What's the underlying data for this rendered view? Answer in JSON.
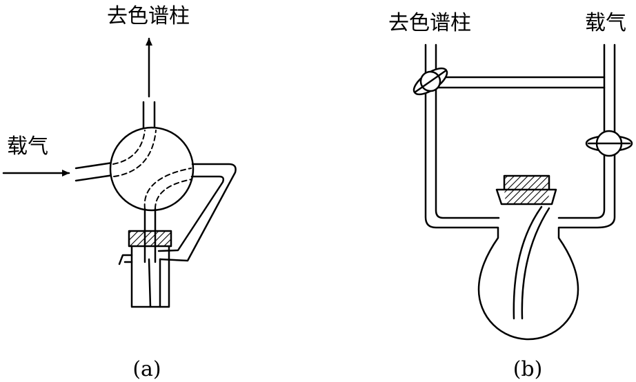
{
  "panel_a": {
    "label_column": "去色谱柱",
    "label_gas": "载气",
    "caption": "(a)"
  },
  "panel_b": {
    "label_column": "去色谱柱",
    "label_gas": "载气",
    "caption": "(b)"
  },
  "colors": {
    "line": "#000000",
    "background": "#ffffff"
  }
}
